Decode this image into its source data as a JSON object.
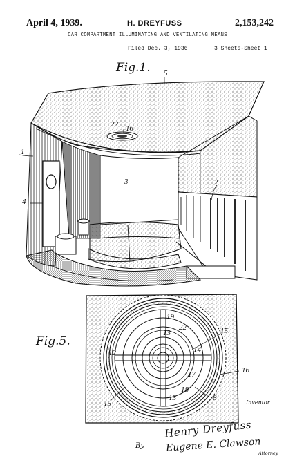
{
  "header": {
    "date": "April 4, 1939.",
    "inventor": "H. DREYFUSS",
    "patent_number": "2,153,242",
    "title": "CAR COMPARTMENT ILLUMINATING AND VENTILATING MEANS",
    "filed": "Filed Dec. 3, 1936",
    "sheets": "3 Sheets-Sheet 1"
  },
  "figure1": {
    "label": "Fig.1.",
    "refs": {
      "r5": "5",
      "r22": "22",
      "r16": "16",
      "r1": "1",
      "r3": "3",
      "r2": "2",
      "r4": "4"
    }
  },
  "figure5": {
    "label": "Fig.5.",
    "refs": {
      "r19": "19",
      "r13a": "13",
      "r22": "22",
      "r15a": "15",
      "r12": "12",
      "r14": "14",
      "r16": "16",
      "r17": "17",
      "r18": "18",
      "r15b": "15",
      "r13b": "13",
      "r8": "8"
    }
  },
  "signature": {
    "inventor_caption": "Inventor",
    "inventor_signature": "Henry Dreyfuss",
    "by": "By",
    "attorney_signature": "Eugene E. Clawson",
    "attorney_caption": "Attorney"
  }
}
